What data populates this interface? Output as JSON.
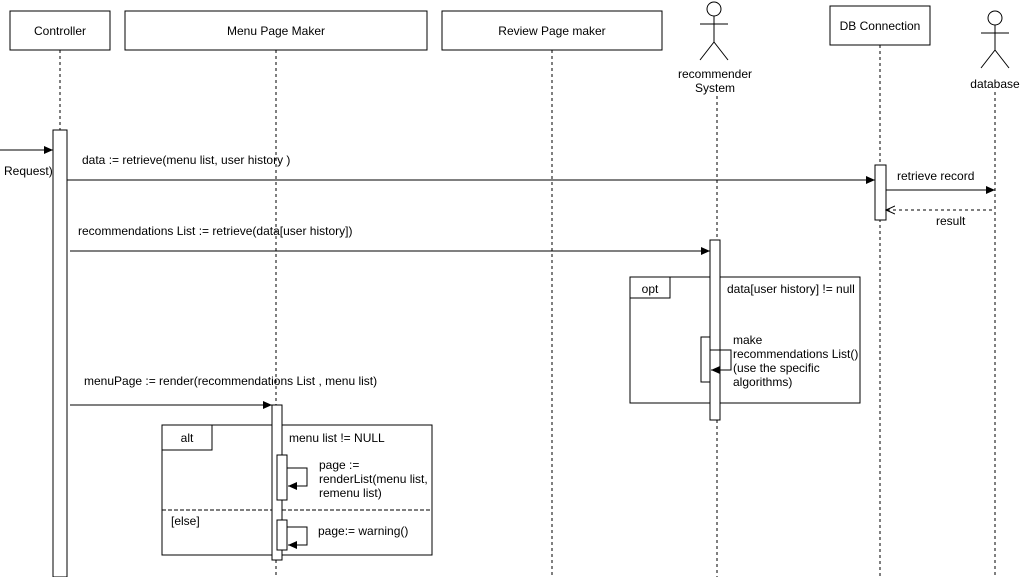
{
  "lifelines": {
    "controller": "Controller",
    "menu_page_maker": "Menu Page Maker",
    "review_page_maker": "Review Page maker",
    "recommender_line1": "recommender",
    "recommender_line2": "System",
    "db_connection": "DB Connection",
    "database": "database"
  },
  "messages": {
    "request": "Request)",
    "data_retrieve": "data := retrieve(menu list, user history )",
    "retrieve_record": "retrieve record",
    "result": "result",
    "recommendations_retrieve": "recommendations List := retrieve(data[user history])",
    "make_line1": "make",
    "make_line2": "recommendations List()",
    "make_line3": "(use the specific",
    "make_line4": "algorithms)",
    "menu_page_render": "menuPage := render(recommendations List , menu list)",
    "page_line1": "page :=",
    "page_line2": "renderList(menu list,",
    "page_line3": "remenu list)",
    "page_warning": "page:= warning()"
  },
  "fragments": {
    "opt_label": "opt",
    "opt_guard": "data[user history] != null",
    "alt_label": "alt",
    "alt_guard": "menu list != NULL",
    "else_label": "[else]"
  }
}
